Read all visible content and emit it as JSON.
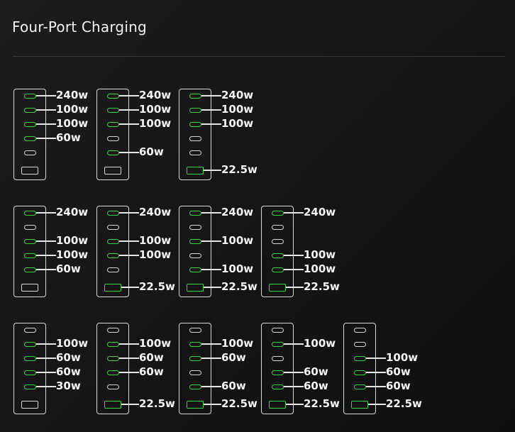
{
  "title": "Four-Port Charging",
  "colors": {
    "active": "#39d63b",
    "inactive": "#d6d6d6",
    "background": "#141416"
  },
  "configs": [
    [
      "240w",
      "100w",
      "100w",
      "60w",
      "",
      ""
    ],
    [
      "240w",
      "100w",
      "100w",
      "",
      "60w",
      ""
    ],
    [
      "240w",
      "100w",
      "100w",
      "",
      "",
      "22.5w"
    ],
    [
      "240w",
      "",
      "100w",
      "100w",
      "60w",
      ""
    ],
    [
      "240w",
      "",
      "100w",
      "100w",
      "",
      "22.5w"
    ],
    [
      "240w",
      "",
      "100w",
      "",
      "100w",
      "22.5w"
    ],
    [
      "240w",
      "",
      "",
      "100w",
      "100w",
      "22.5w"
    ],
    [
      "",
      "100w",
      "60w",
      "60w",
      "30w",
      ""
    ],
    [
      "",
      "100w",
      "60w",
      "60w",
      "",
      "22.5w"
    ],
    [
      "",
      "100w",
      "60w",
      "",
      "60w",
      "22.5w"
    ],
    [
      "",
      "100w",
      "",
      "60w",
      "60w",
      "22.5w"
    ],
    [
      "",
      "",
      "100w",
      "60w",
      "60w",
      "22.5w"
    ]
  ]
}
